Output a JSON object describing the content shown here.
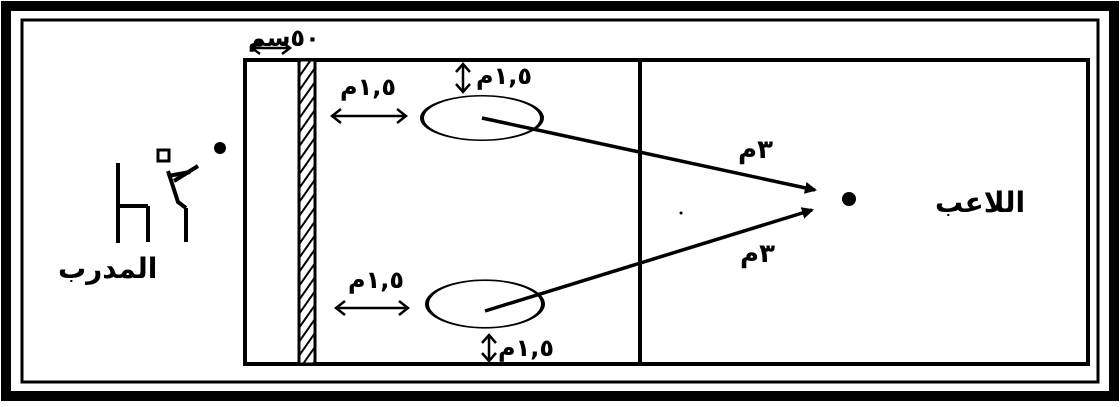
{
  "labels": {
    "coach": "المدرب",
    "player": "اللاعب",
    "net_gap": "٥٠سم",
    "top_circle_left_gap": "١,٥م",
    "top_circle_top_gap": "١,٥م",
    "bottom_circle_left_gap": "١,٥م",
    "bottom_circle_bottom_gap": "١,٥م",
    "top_distance": "٣م",
    "bottom_distance": "٣م"
  },
  "colors": {
    "ink": "#000000",
    "paper": "#ffffff"
  }
}
